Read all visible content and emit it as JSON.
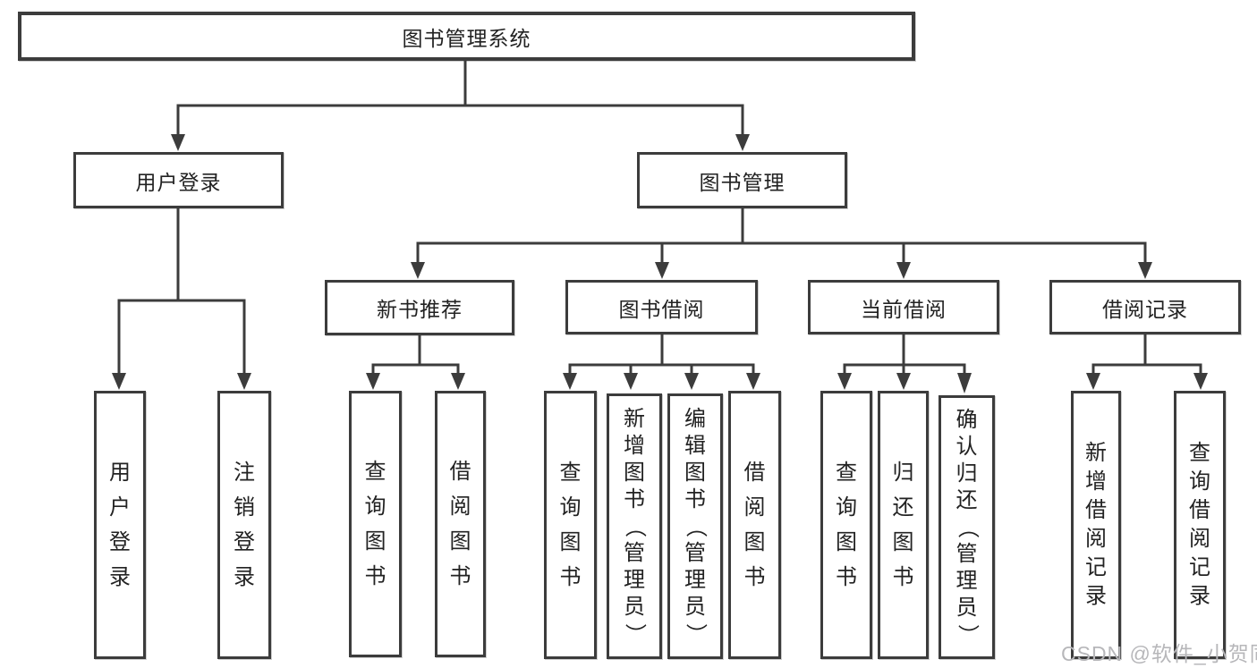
{
  "colors": {
    "line": "#3c3c3c",
    "text": "#222222",
    "watermark": "#b7b7ba",
    "bg": "#ffffff"
  },
  "diagram": {
    "root": {
      "label": "图书管理系统"
    },
    "user_login": {
      "label": "用户登录",
      "children": {
        "login": {
          "label": "用户登录"
        },
        "logout": {
          "label": "注销登录"
        }
      }
    },
    "book_mgmt": {
      "label": "图书管理",
      "children": {
        "new_book_rec": {
          "label": "新书推荐",
          "children": {
            "query_books": {
              "label": "查询图书"
            },
            "borrow_books": {
              "label": "借阅图书"
            }
          }
        },
        "book_borrow": {
          "label": "图书借阅",
          "children": {
            "query_books": {
              "label": "查询图书"
            },
            "add_books": {
              "label": "新增图书（管理员）"
            },
            "edit_books": {
              "label": "编辑图书（管理员）"
            },
            "borrow_books": {
              "label": "借阅图书"
            }
          }
        },
        "current_borrow": {
          "label": "当前借阅",
          "children": {
            "query_books": {
              "label": "查询图书"
            },
            "return_books": {
              "label": "归还图书"
            },
            "confirm_return": {
              "label": "确认归还（管理员）"
            }
          }
        },
        "borrow_records": {
          "label": "借阅记录",
          "children": {
            "add_record": {
              "label": "新增借阅记录"
            },
            "query_record": {
              "label": "查询借阅记录"
            }
          }
        }
      }
    }
  },
  "watermark": {
    "text": "CSDN @软件_小贺同学"
  }
}
